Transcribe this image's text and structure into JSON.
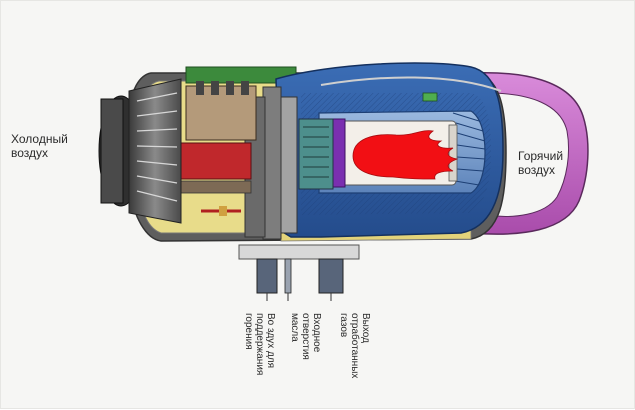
{
  "labels": {
    "cold_air": "Холодный\nвоздух",
    "hot_air": "Горячий\nвоздух",
    "combustion_air": "Во здух для\nподдержания\nгорения",
    "oil_inlet": "Входное\nотверстия\nмасла",
    "exhaust": "Выход\nотработанных\nгазов"
  },
  "colors": {
    "body_blue": "#2f5fa8",
    "chamber_blue": "#6f95c8",
    "hood_purple": "#c46bc6",
    "motor_red": "#c0282c",
    "flame_red": "#f20f14",
    "violet": "#7a2fb0",
    "frame_yellow": "#e8dc8a",
    "green_strip": "#3c8a3c",
    "fan_gray": "#7b7b7b",
    "background": "#f6f6f4"
  }
}
